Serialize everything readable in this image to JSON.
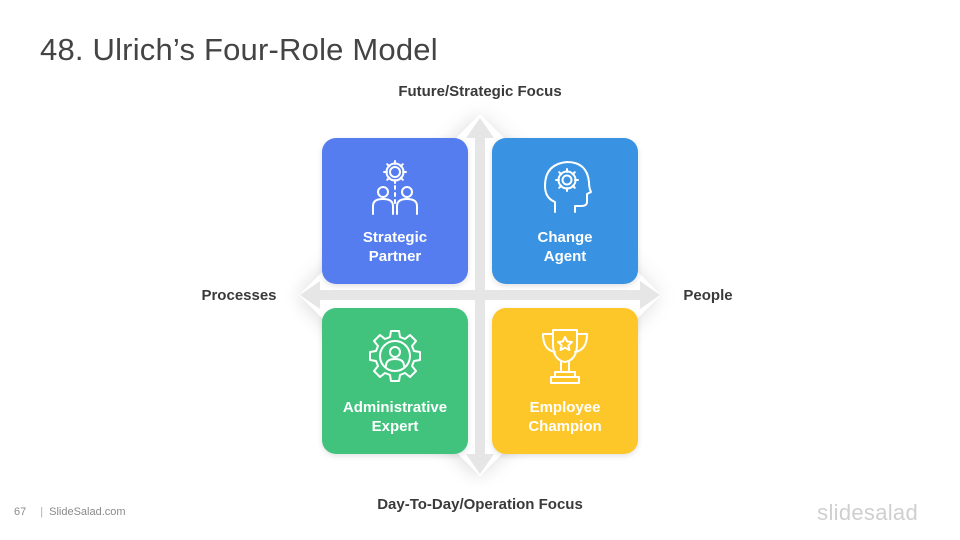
{
  "title": "48. Ulrich’s Four-Role Model",
  "axes": {
    "top": "Future/Strategic Focus",
    "bottom": "Day-To-Day/Operation Focus",
    "left": "Processes",
    "right": "People"
  },
  "quadrants": [
    {
      "line1": "Strategic",
      "line2": "Partner",
      "color": "#557df0",
      "icon": "team-gear-icon"
    },
    {
      "line1": "Change",
      "line2": "Agent",
      "color": "#3a93e2",
      "icon": "head-gear-icon"
    },
    {
      "line1": "Administrative",
      "line2": "Expert",
      "color": "#41c37e",
      "icon": "person-gear-icon"
    },
    {
      "line1": "Employee",
      "line2": "Champion",
      "color": "#fdc72a",
      "icon": "trophy-icon"
    }
  ],
  "footer": {
    "page_number": "67",
    "site": "SlideSalad.com"
  },
  "logo": "slidesalad"
}
